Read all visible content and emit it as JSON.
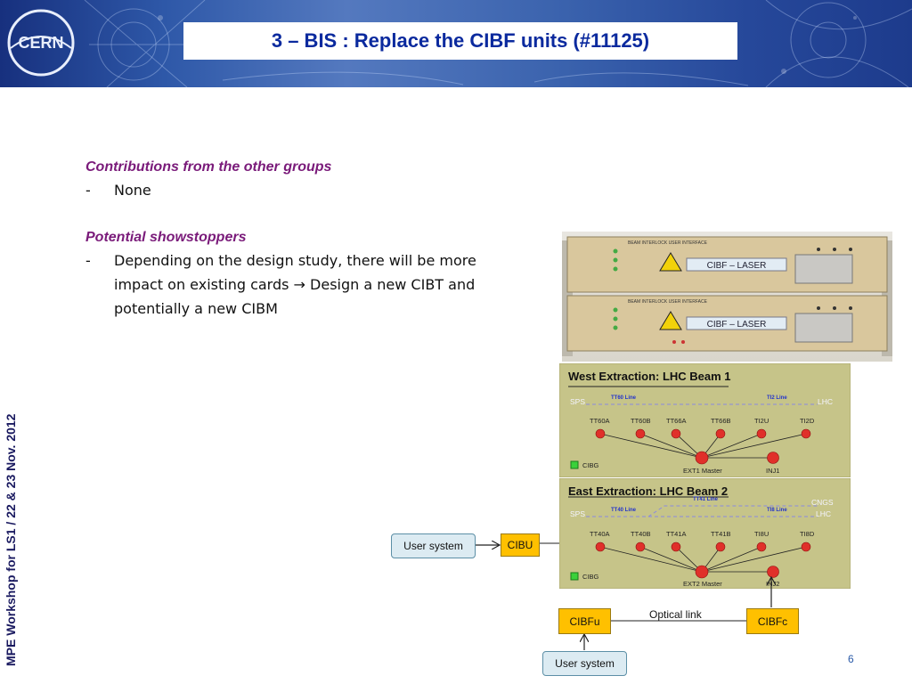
{
  "header": {
    "title": "3 – BIS : Replace the CIBF units (#11125)",
    "logo_text": "CERN"
  },
  "side_footer": {
    "text": "MPE Workshop for LS1  /  22 & 23 Nov. 2012"
  },
  "section1": {
    "heading": "Contributions from the other groups",
    "bullets": [
      {
        "dash": "-",
        "text": "None"
      }
    ]
  },
  "section2": {
    "heading": "Potential showstoppers",
    "bullets": [
      {
        "dash": "-",
        "text": "Depending on the design study, there will be more impact on existing cards → Design a new CIBT and potentially a new CIBM"
      }
    ]
  },
  "photo": {
    "panel_title": "BEAM INTERLOCK USER INTERFACE",
    "label": "CIBF – LASER"
  },
  "diagram_west": {
    "title": "West Extraction: LHC Beam 1",
    "left_line": "SPS",
    "right_line": "LHC",
    "line_labels": [
      "TT60 Line",
      "TI2 Line"
    ],
    "nodes": [
      "TT60A",
      "TT60B",
      "TT66A",
      "TT66B",
      "TI2U",
      "TI2D"
    ],
    "cibg": "CIBG",
    "master": "EXT1 Master",
    "inj": "INJ1"
  },
  "diagram_east": {
    "title": "East Extraction: LHC Beam 2",
    "left_line": "SPS",
    "right_lines": [
      "CNGS",
      "LHC"
    ],
    "line_labels": [
      "TT41 Line",
      "TT40 Line",
      "TI8 Line"
    ],
    "nodes": [
      "TT40A",
      "TT40B",
      "TT41A",
      "TT41B",
      "TI8U",
      "TI8D"
    ],
    "cibg": "CIBG",
    "master": "EXT2 Master",
    "inj": "INJ2"
  },
  "boxes": {
    "user_system_1": "User system",
    "cibu": "CIBU",
    "cibfu": "CIBFu",
    "cibfc": "CIBFc",
    "optical_link": "Optical link",
    "user_system_2": "User system"
  },
  "page_number": "6",
  "colors": {
    "title_blue": "#0b2a9e",
    "heading_purple": "#7a1b7a",
    "box_yellow": "#ffc000",
    "box_blue": "#dcebf2",
    "panel_olive": "#c6c489"
  }
}
